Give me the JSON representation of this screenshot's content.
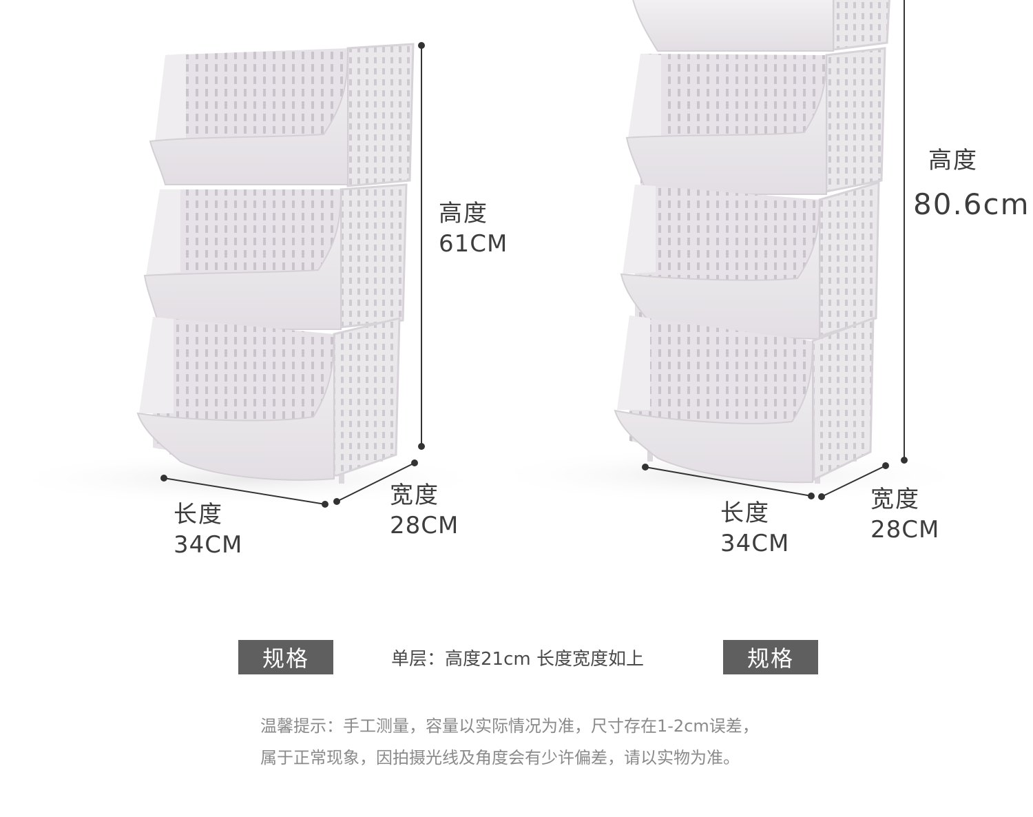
{
  "left_product": {
    "height": {
      "label": "高度",
      "value": "61CM"
    },
    "length": {
      "label": "长度",
      "value": "34CM"
    },
    "width": {
      "label": "宽度",
      "value": "28CM"
    }
  },
  "right_product": {
    "height": {
      "label": "高度",
      "value": "80.6cm"
    },
    "length": {
      "label": "长度",
      "value": "34CM"
    },
    "width": {
      "label": "宽度",
      "value": "28CM"
    }
  },
  "spec": {
    "badge_left": "规格",
    "note": "单层：高度21cm 长度宽度如上",
    "badge_right": "规格"
  },
  "notice": {
    "line1": "温馨提示：手工测量，容量以实际情况为准，尺寸存在1-2cm误差，",
    "line2": "属于正常现象，因拍摄光线及角度会有少许偏差，请以实物为准。"
  },
  "colors": {
    "basket": "#eceaed",
    "basket_shade": "#d9d5da",
    "dimension_line": "#333333",
    "badge": "#5f5f5f"
  }
}
